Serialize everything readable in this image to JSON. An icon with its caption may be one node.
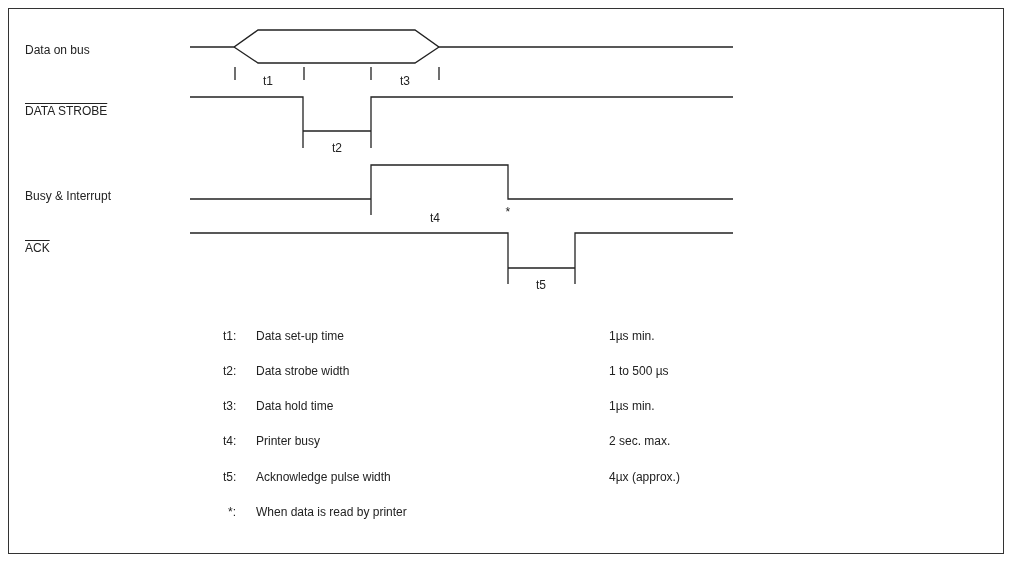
{
  "diagram": {
    "labels": [
      "Data on bus",
      "t1",
      "t3",
      "DATA STROBE",
      "t2",
      "Busy & Interrupt",
      "t4",
      "*",
      "ACK",
      "t5",
      "t1:",
      "Data set-up time",
      "1µs min.",
      "t2:",
      "Data strobe width",
      "1 to 500 µs",
      "t3:",
      "Data hold time",
      "1µs min.",
      "t4:",
      "Printer busy",
      "2 sec. max.",
      "t5:",
      "Acknowledge pulse width",
      "4µx (approx.)",
      "*:",
      "When data is read by printer"
    ]
  }
}
